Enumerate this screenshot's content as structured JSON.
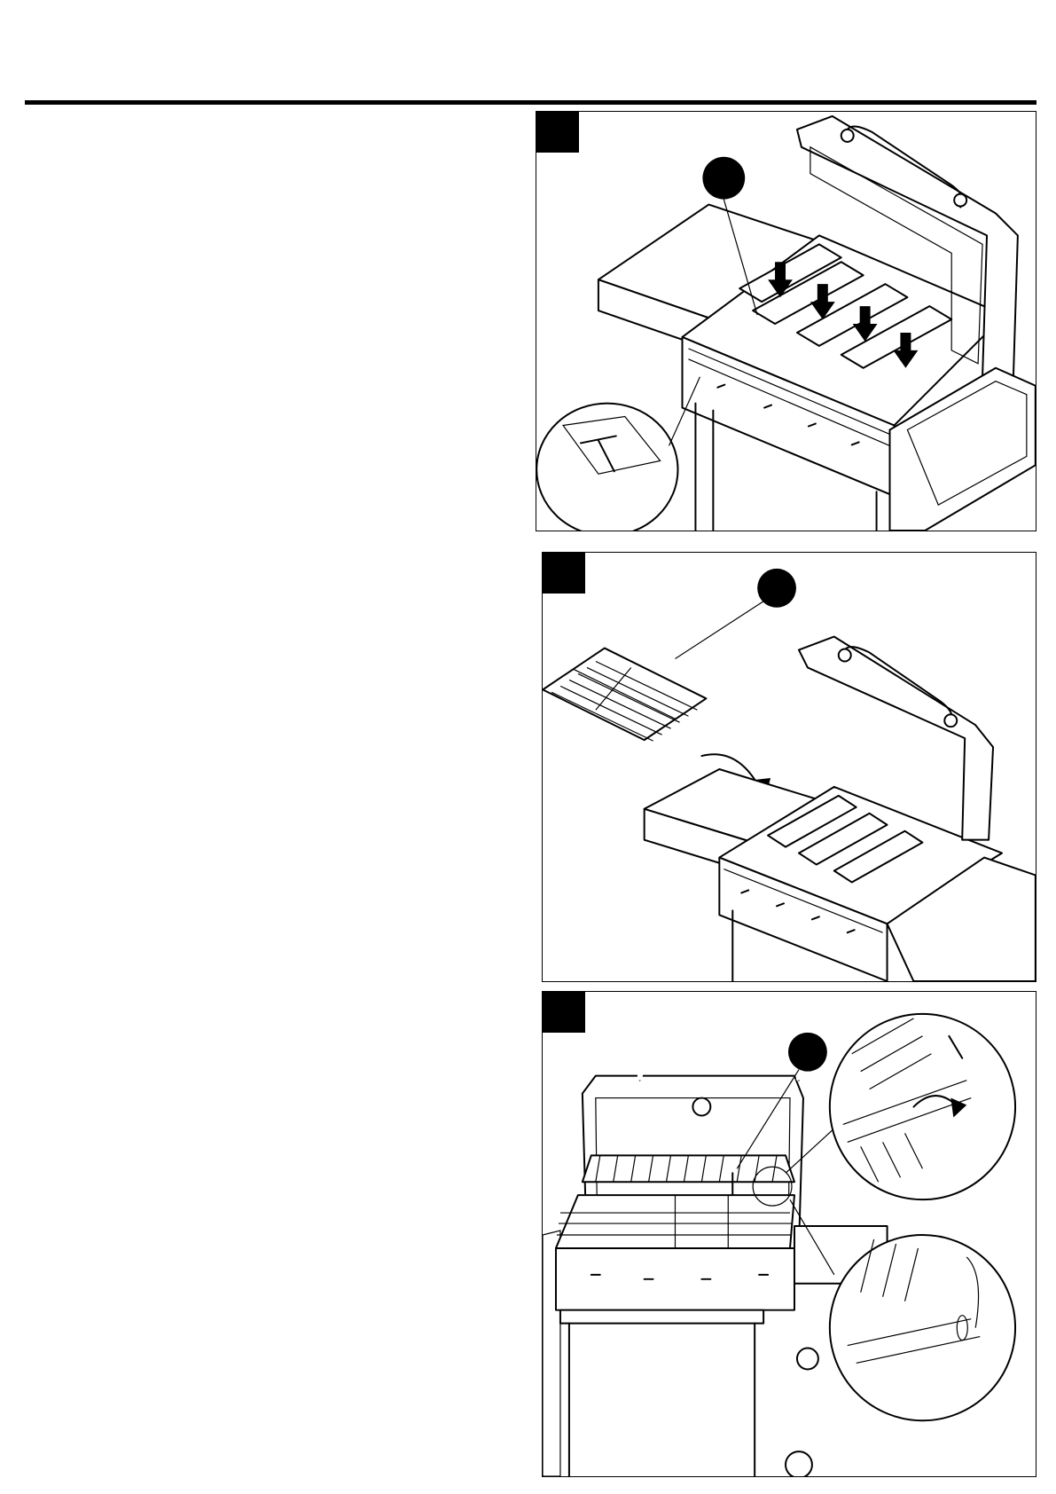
{
  "page": {
    "steps": [
      {
        "id": "step-1",
        "figure": "heat-tent-installation",
        "callout_label": ""
      },
      {
        "id": "step-2",
        "figure": "cooking-grate-installation",
        "callout_label": ""
      },
      {
        "id": "step-3",
        "figure": "warming-rack-installation",
        "callout_label": ""
      }
    ]
  },
  "colors": {
    "ink": "#000000",
    "paper": "#ffffff"
  }
}
